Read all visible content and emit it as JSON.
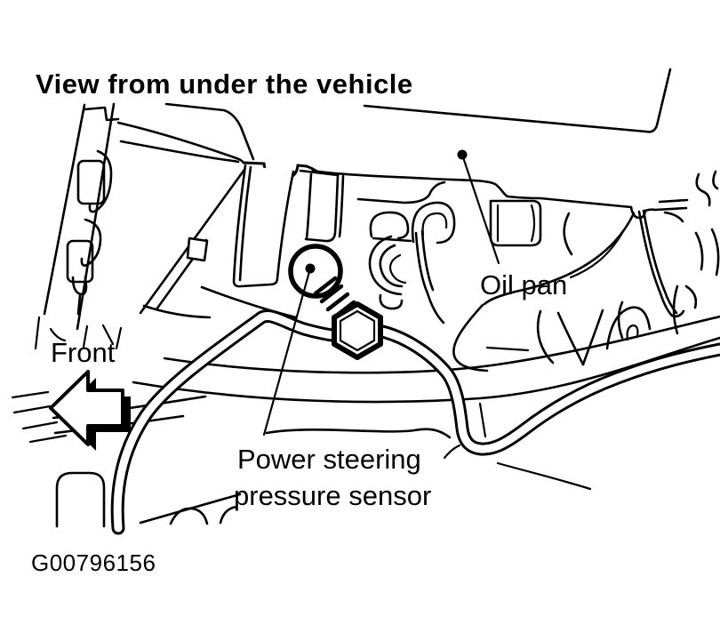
{
  "title": "View from under the vehicle",
  "figure_code": "G00796156",
  "labels": {
    "front": "Front",
    "oil_pan": "Oil pan",
    "sensor_line1": "Power steering",
    "sensor_line2": "pressure sensor"
  },
  "icons": {
    "front_arrow": "left-block-arrow-icon",
    "callout_dots": "leader-dot-icon"
  },
  "colors": {
    "ink": "#000000",
    "paper": "#ffffff"
  }
}
